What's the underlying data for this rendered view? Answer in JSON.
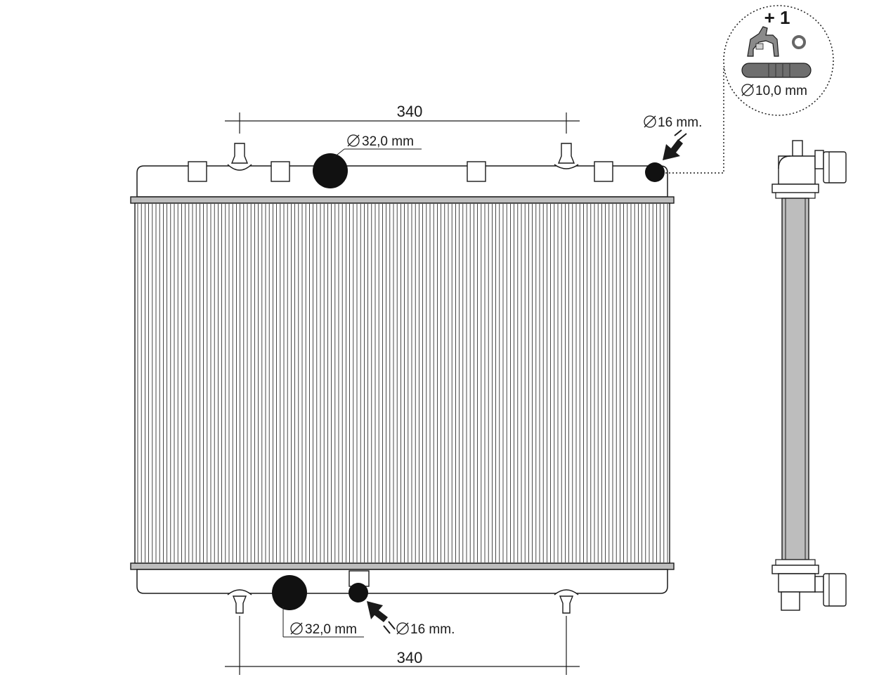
{
  "dimensions": {
    "top_width": "340",
    "bottom_width": "340"
  },
  "ports": {
    "top_inlet": "32,0 mm",
    "top_small": "16 mm.",
    "bottom_outlet": "32,0 mm",
    "bottom_small": "16 mm."
  },
  "accessory": {
    "quantity": "+ 1",
    "hose_diameter": "10,0 mm"
  },
  "colors": {
    "line": "#1a1a1a",
    "core_fill": "#bdbdbd",
    "tank_fill": "#ffffff",
    "port_fill": "#111111"
  }
}
